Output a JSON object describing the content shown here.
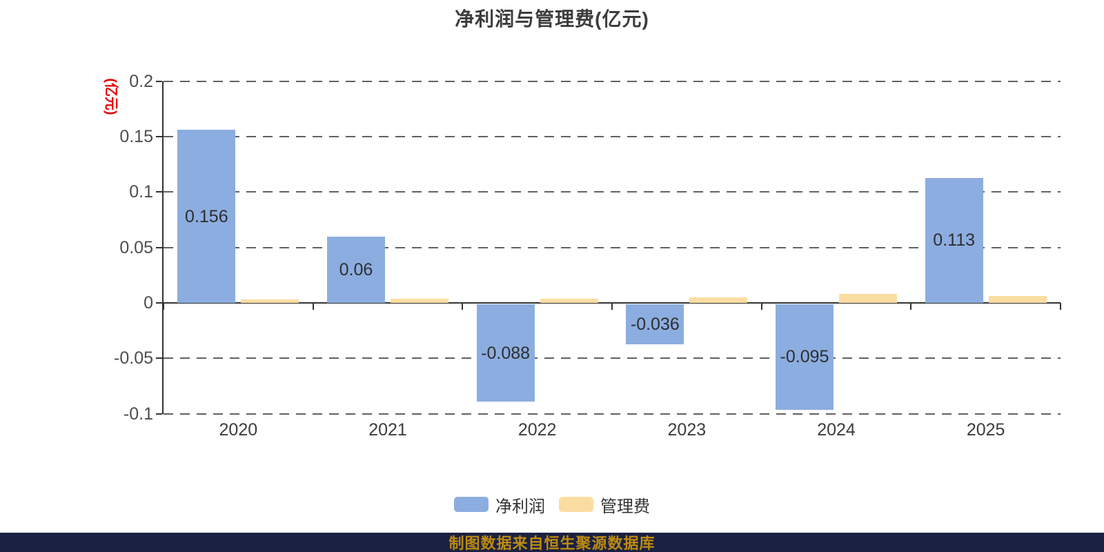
{
  "title": "净利润与管理费(亿元)",
  "chart_data": {
    "type": "bar",
    "categories": [
      "2020",
      "2021",
      "2022",
      "2023",
      "2024",
      "2025"
    ],
    "series": [
      {
        "name": "净利润",
        "color": "#8CADE0",
        "values": [
          0.156,
          0.06,
          -0.088,
          -0.036,
          -0.095,
          0.113
        ],
        "data_labels": [
          "0.156",
          "0.06",
          "-0.088",
          "-0.036",
          "-0.095",
          "0.113"
        ]
      },
      {
        "name": "管理费",
        "color": "#FBDDA2",
        "values": [
          0.003,
          0.004,
          0.004,
          0.005,
          0.008,
          0.006
        ],
        "data_labels": [
          "",
          "",
          "",
          "",
          "",
          ""
        ]
      }
    ],
    "ylabel": "(亿元)",
    "ylabel_color": "#E60000",
    "yticks": [
      0.2,
      0.15,
      0.1,
      0.05,
      0,
      -0.05,
      -0.1
    ],
    "ytick_labels": [
      "0.2",
      "0.15",
      "0.1",
      "0.05",
      "0",
      "-0.05",
      "-0.1"
    ],
    "ylim": [
      -0.1,
      0.2
    ],
    "grid": "horizontal-dashed",
    "legend_position": "bottom"
  },
  "legend": {
    "items": [
      {
        "label": "净利润",
        "color": "#8CADE0"
      },
      {
        "label": "管理费",
        "color": "#FBDDA2"
      }
    ]
  },
  "footer": {
    "source_text": "制图数据来自恒生聚源数据库",
    "text_color": "#BE8A10",
    "band_color": "#1A2142"
  }
}
